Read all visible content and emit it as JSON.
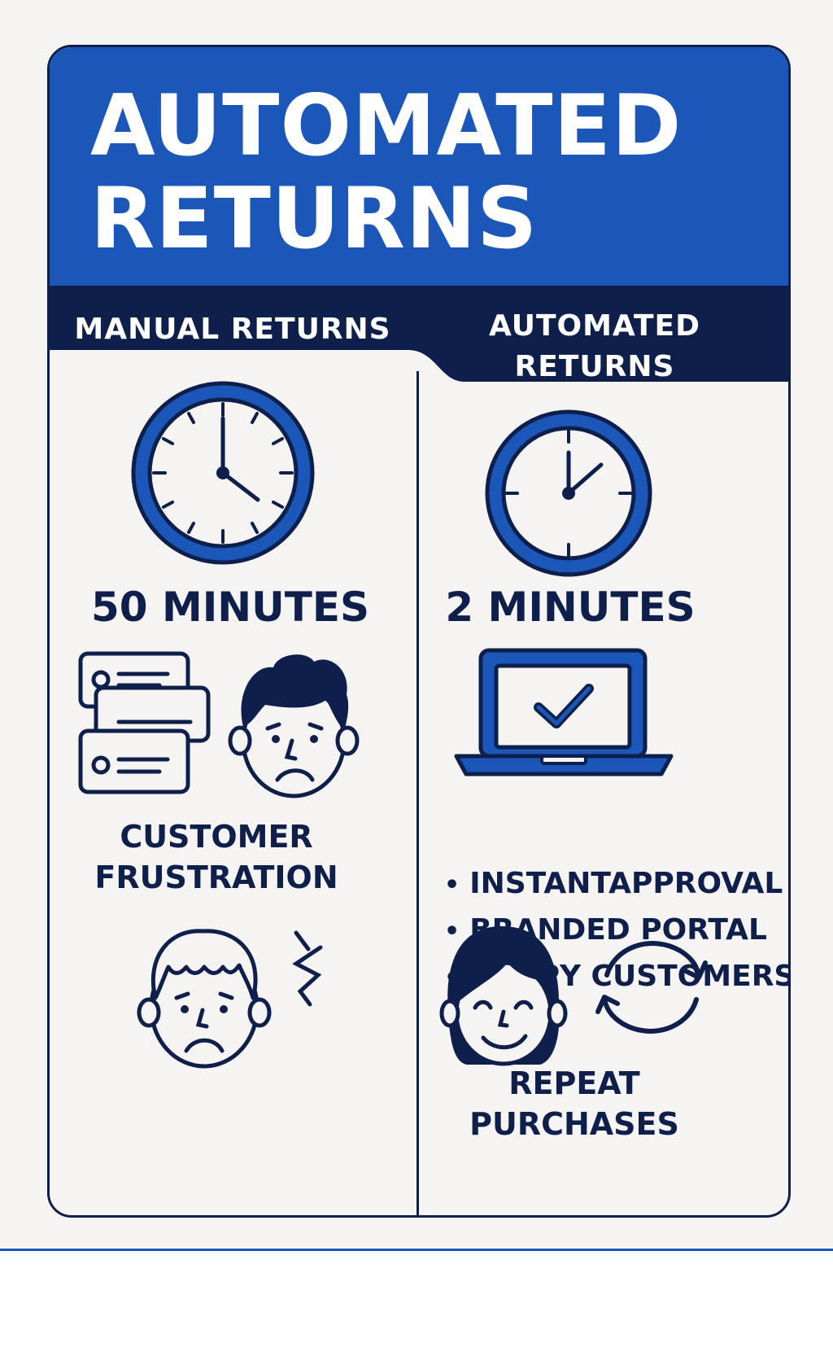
{
  "title": {
    "line1": "AUTOMATED",
    "line2": "RETURNS"
  },
  "columns": {
    "manual": {
      "heading": "MANUAL RETURNS",
      "time": "50 MINUTES",
      "label_line1": "CUSTOMER",
      "label_line2": "FRUSTRATION"
    },
    "automated": {
      "heading_line1": "AUTOMATED",
      "heading_line2": "RETURNS",
      "time": "2 MINUTES",
      "bullets": [
        "INSTANTAPPROVAL",
        "BRANDED PORTAL",
        "HAPPY CUSTOMERS"
      ],
      "label_line1": "REPEAT",
      "label_line2": "PURCHASES"
    }
  },
  "colors": {
    "primary_blue": "#1a57b8",
    "navy": "#0f1f4b",
    "background": "#f6f4f2"
  },
  "icons": [
    "clock-icon",
    "clock-icon",
    "documents-icon",
    "sad-face-icon",
    "angry-face-icon",
    "laptop-check-icon",
    "happy-woman-icon",
    "refresh-cycle-icon"
  ]
}
